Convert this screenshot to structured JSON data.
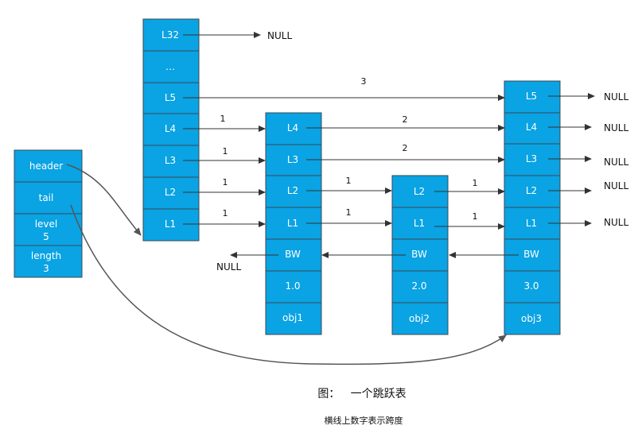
{
  "header_node": {
    "fields": [
      {
        "text": "header"
      },
      {
        "text": "tail"
      },
      {
        "text": "level",
        "value": "5"
      },
      {
        "text": "length",
        "value": "3"
      }
    ]
  },
  "head_node": {
    "levels": [
      "L32",
      "…",
      "L5",
      "L4",
      "L3",
      "L2",
      "L1"
    ]
  },
  "nodes": [
    {
      "id": "n1",
      "levels": [
        "L4",
        "L3",
        "L2",
        "L1"
      ],
      "backward": "BW",
      "score": "1.0",
      "obj": "obj1"
    },
    {
      "id": "n2",
      "levels": [
        "L2",
        "L1"
      ],
      "backward": "BW",
      "score": "2.0",
      "obj": "obj2"
    },
    {
      "id": "n3",
      "levels": [
        "L5",
        "L4",
        "L3",
        "L2",
        "L1"
      ],
      "backward": "BW",
      "score": "3.0",
      "obj": "obj3"
    }
  ],
  "null_label": "NULL",
  "spans": {
    "head": {
      "L5": "3",
      "L4": "1",
      "L3": "1",
      "L2": "1",
      "L1": "1"
    },
    "n1": {
      "L4": "2",
      "L3": "2",
      "L2": "1",
      "L1": "1"
    },
    "n2": {
      "L2": "1",
      "L1": "1"
    }
  },
  "caption": {
    "title": "图：   一个跳跃表",
    "note": "横线上数字表示跨度"
  },
  "colors": {
    "node_fill": "#0aa3e3",
    "node_border": "#3a4a55",
    "arrow": "#333333",
    "curve": "#555555"
  }
}
